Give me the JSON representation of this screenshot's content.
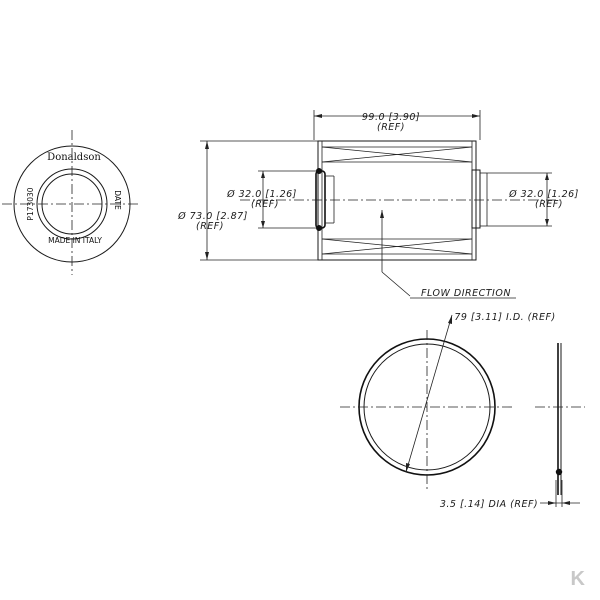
{
  "end_view": {
    "brand": "Donaldson",
    "part_number": "P173030",
    "date_label": "DATE",
    "origin": "MADE IN ITALY"
  },
  "side_view": {
    "length_label": "99.0 [3.90]",
    "length_ref": "(REF)",
    "inlet_diameter_label": "Ø 32.0 [1.26]",
    "inlet_diameter_ref": "(REF)",
    "outer_diameter_label": "Ø 73.0 [2.87]",
    "outer_diameter_ref": "(REF)",
    "outlet_diameter_label": "Ø 32.0 [1.26]",
    "outlet_diameter_ref": "(REF)",
    "flow_label": "FLOW DIRECTION"
  },
  "seal_ring": {
    "id_label": "79 [3.11] I.D. (REF)",
    "dia_label": "3.5 [.14] DIA (REF)"
  },
  "watermark": {
    "letter": "K"
  }
}
